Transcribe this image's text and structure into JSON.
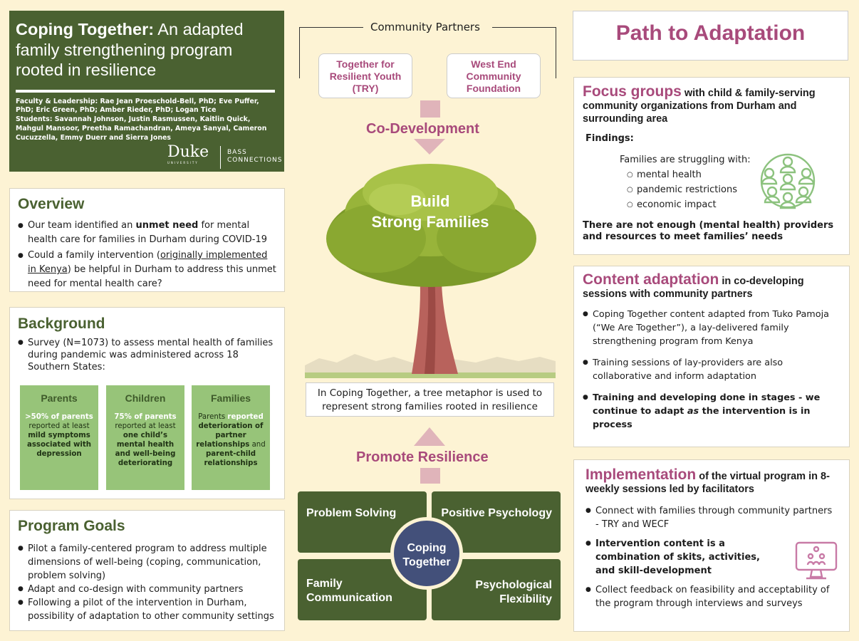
{
  "title": {
    "bold": "Coping Together:",
    "rest": " An adapted family strengthening program rooted in resilience",
    "credits_faculty": "Faculty & Leadership: Rae Jean Proeschold-Bell, PhD; Eve Puffer, PhD; Eric Green, PhD; Amber Rieder, PhD; Logan Tice",
    "credits_students": "Students: Savannah Johnson, Justin Rasmussen, Kaitlin Quick, Mahgul Mansoor, Preetha Ramachandran, Ameya Sanyal, Cameron Cucuzzella, Emmy Duerr and Sierra Jones",
    "duke_logo": "Duke",
    "duke_sub": "UNIVERSITY",
    "bass_line1": "BASS",
    "bass_line2": "CONNECTIONS"
  },
  "overview": {
    "heading": "Overview",
    "b1_pre": "Our  team identified an ",
    "b1_bold": "unmet need",
    "b1_post": " for mental health care for families in Durham during COVID-19",
    "b2_pre": "Could a family intervention (",
    "b2_link": "originally implemented in Kenya",
    "b2_post": ") be helpful in Durham to address this unmet need for mental health care?"
  },
  "background": {
    "heading": "Background",
    "bullet": "Survey (N=1073) to assess mental health of families during pandemic was administered across 18 Southern States:",
    "stats": [
      {
        "heading": "Parents",
        "w": ">50% of parents",
        "t1": " reported at least ",
        "b": "mild symptoms associated with depression",
        "t2": ""
      },
      {
        "heading": "Children",
        "w": "75% of parents",
        "t1": " reported at least ",
        "b": "one child’s mental health and well-being deteriorating",
        "t2": ""
      },
      {
        "heading": "Families",
        "w": "",
        "t1": "Parents ",
        "w2": "reported",
        "b": "deterioration of partner relationships",
        "t2": " and ",
        "b2": "parent-child relationships"
      }
    ]
  },
  "goals": {
    "heading": "Program Goals",
    "items": [
      "Pilot a family-centered program to address multiple dimensions of well-being (coping, communication, problem solving)",
      "Adapt and co-design with community partners",
      "Following a pilot of the intervention in Durham, possibility of adaptation to other community settings"
    ]
  },
  "center": {
    "community_partners": "Community Partners",
    "partner1": "Together for Resilient Youth (TRY)",
    "partner2": "West End Community Foundation",
    "co_development": "Co-Development",
    "tree_line1": "Build",
    "tree_line2": "Strong Families",
    "caption": "In Coping Together, a tree metaphor is used to represent strong families rooted in resilience",
    "promote": "Promote Resilience",
    "quad_tl": "Problem Solving",
    "quad_tr": "Positive Psychology",
    "quad_bl": "Family Communication",
    "quad_br": "Psychological Flexibility",
    "hub": "Coping Together"
  },
  "right": {
    "path_title": "Path to Adaptation",
    "focus_big": "Focus groups",
    "focus_rest": " with child & family-serving community organizations from Durham and surrounding area",
    "findings": "Findings:",
    "struggling": "Families are struggling with:",
    "struggles": [
      "mental health",
      "pandemic restrictions",
      "economic impact"
    ],
    "not_enough": "There are not enough (mental health) providers and resources to meet families’ needs",
    "content_big": "Content adaptation",
    "content_rest": " in co-developing sessions with community partners",
    "content_items": [
      "Coping Together content  adapted from Tuko Pamoja (“We Are Together”), a lay-delivered family strengthening program from Kenya",
      "Training sessions of lay-providers are also collaborative and inform adaptation"
    ],
    "content_b3_pre": "Training and developing done in stages - we continue to adapt ",
    "content_b3_em": "as",
    "content_b3_post": " the intervention is in process",
    "impl_big": "Implementation",
    "impl_rest": " of the virtual program in 8-weekly sessions led by facilitators",
    "impl_b1": "Connect with families through community partners - TRY and WECF",
    "impl_b2": "Intervention content is a combination of skits, activities, and skill-development",
    "impl_b3": "Collect feedback on feasibility and acceptability of the program through interviews and surveys"
  },
  "colors": {
    "green": "#4a6131",
    "light_green": "#97c479",
    "pink": "#a84a7b",
    "navy": "#43507a",
    "bg": "#fdf3d4"
  }
}
